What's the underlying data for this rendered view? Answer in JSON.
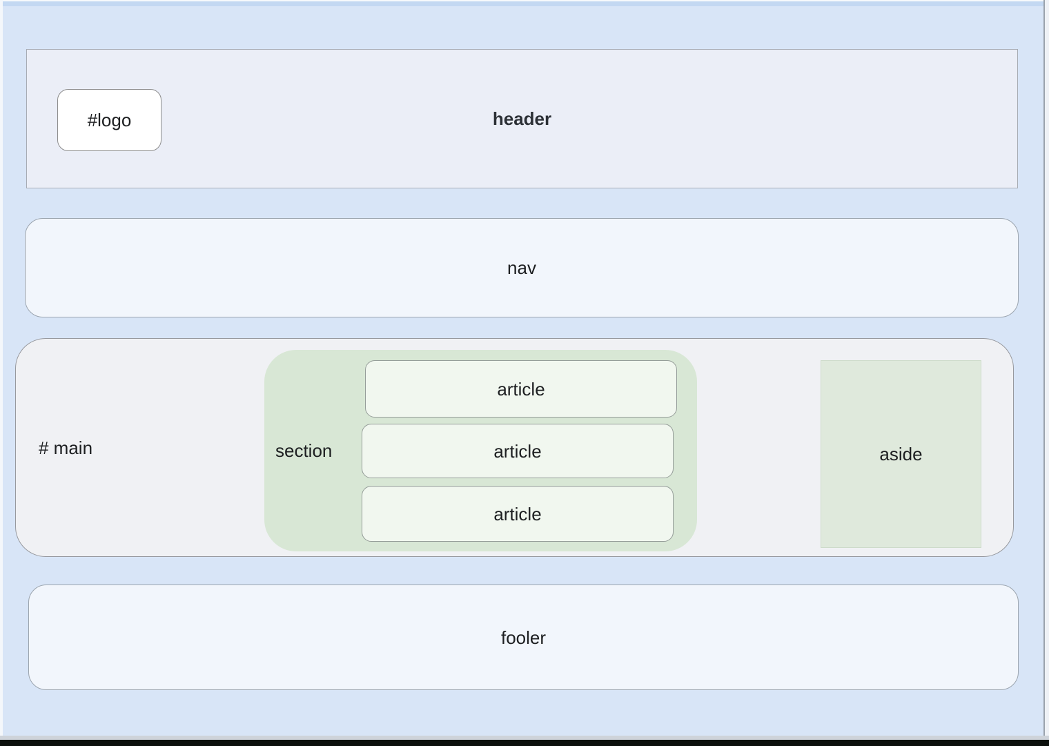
{
  "page": {
    "background_color": "#d8e5f7",
    "top_band_color": "#c3d8f2",
    "bottom_bar_color": "#0c100d"
  },
  "header": {
    "label": "header",
    "logo_label": "#logo",
    "fill": "#ebeef7",
    "logo_fill": "#ffffff"
  },
  "nav": {
    "label": "nav",
    "fill": "#f2f6fc"
  },
  "main": {
    "label": "# main",
    "fill": "#f0f1f4",
    "section": {
      "label": "section",
      "fill": "#d8e7d5",
      "article_fill": "#f1f7ef",
      "articles": [
        {
          "label": "article"
        },
        {
          "label": "article"
        },
        {
          "label": "article"
        }
      ]
    },
    "aside": {
      "label": "aside",
      "fill": "#dfe9dc"
    }
  },
  "footer": {
    "label": "fooler",
    "fill": "#f2f6fc"
  }
}
